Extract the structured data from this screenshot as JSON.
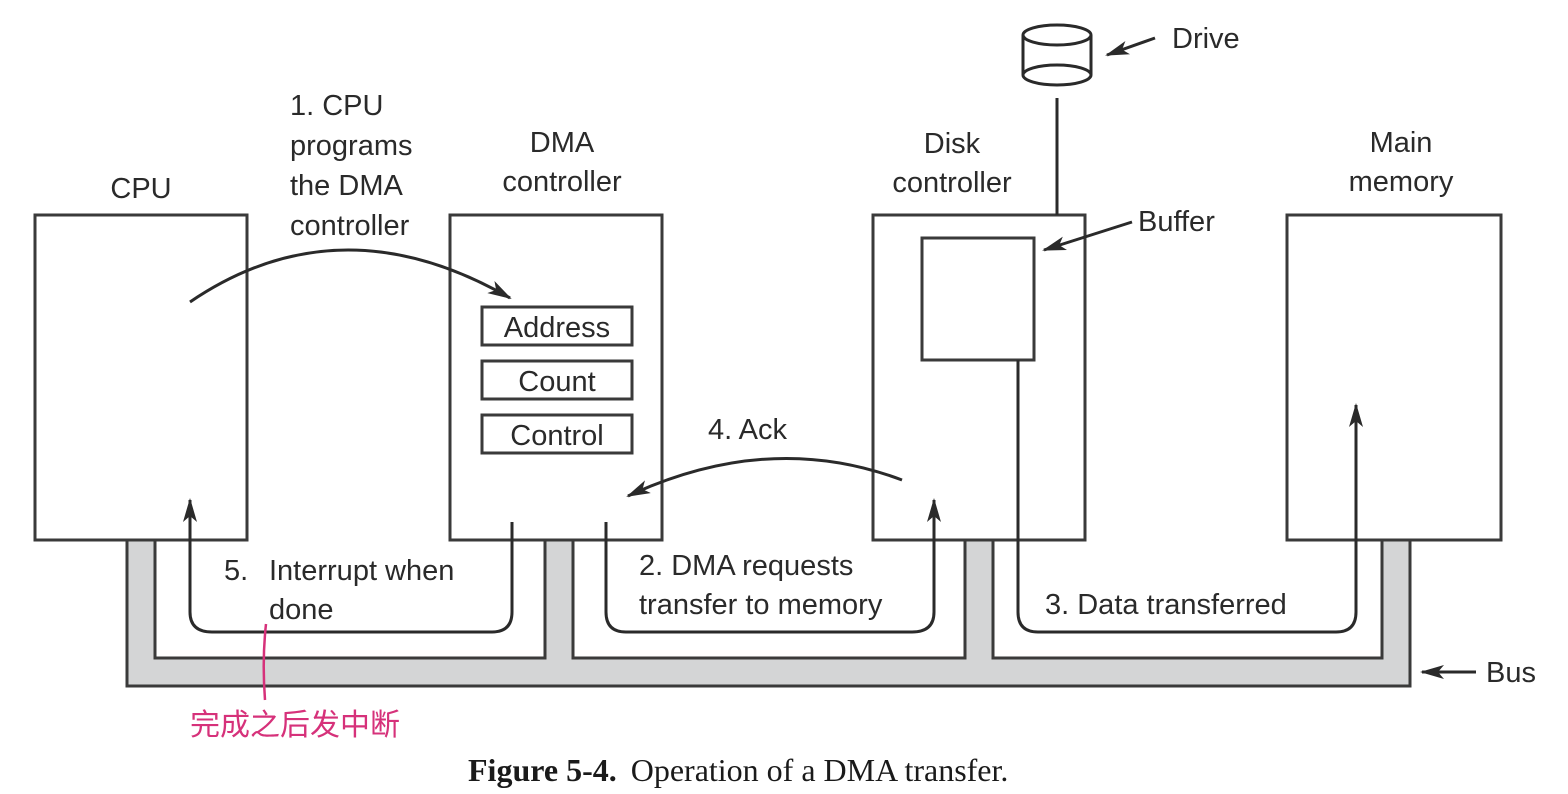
{
  "figure": {
    "caption_label": "Figure 5-4.",
    "caption_text": "Operation of a DMA transfer."
  },
  "components": {
    "cpu": [
      "CPU"
    ],
    "dma_controller": [
      "DMA",
      "controller"
    ],
    "disk_controller": [
      "Disk",
      "controller"
    ],
    "main_memory": [
      "Main",
      "memory"
    ],
    "drive": "Drive",
    "buffer": "Buffer",
    "bus": "Bus"
  },
  "registers": [
    "Address",
    "Count",
    "Control"
  ],
  "steps": {
    "step1": [
      "1. CPU",
      "programs",
      "the DMA",
      "controller"
    ],
    "step2": [
      "2. DMA requests",
      "transfer to memory"
    ],
    "step3": "3. Data transferred",
    "step4": "4. Ack",
    "step5_num": "5.",
    "step5": [
      "Interrupt when",
      "done"
    ]
  },
  "annotation": {
    "text": "完成之后发中断",
    "color": "#d6317a"
  }
}
